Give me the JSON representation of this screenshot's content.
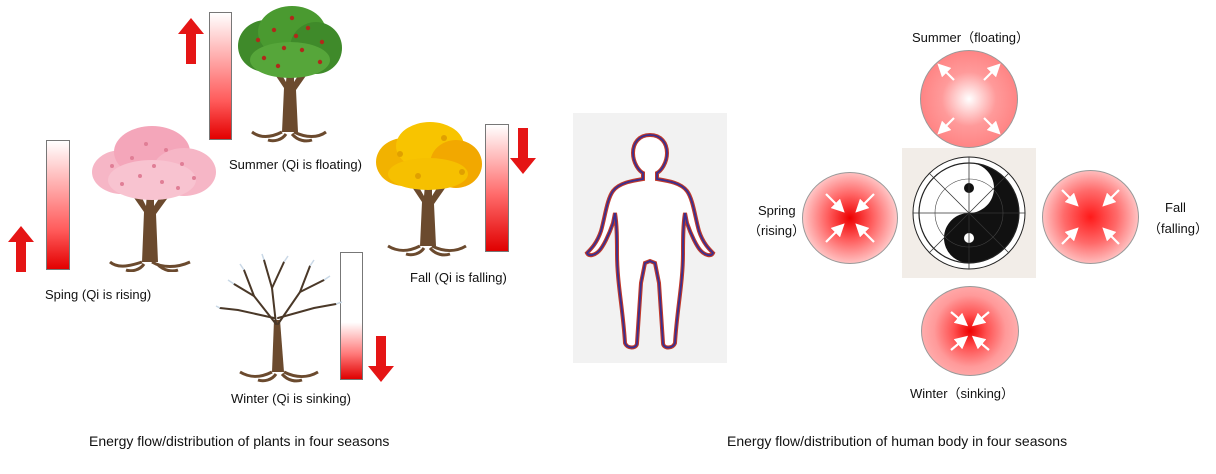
{
  "plants": {
    "caption": "Energy flow/distribution of plants in four seasons",
    "spring_label": "Sping (Qi is rising)",
    "summer_label": "Summer (Qi is floating)",
    "fall_label": "Fall (Qi is falling)",
    "winter_label": "Winter (Qi is sinking)"
  },
  "human": {
    "caption": "Energy flow/distribution of human body in four seasons",
    "summer_label": "Summer（floating）",
    "spring_label_1": "Spring",
    "spring_label_2": "（rising）",
    "fall_label_1": "Fall",
    "fall_label_2": "（falling）",
    "winter_label": "Winter（sinking）"
  },
  "colors": {
    "energy_red": "#e30000",
    "arrow_red": "#e51515",
    "body_outline_outer": "#c0392b",
    "body_outline_inner": "#3a2f8f"
  }
}
